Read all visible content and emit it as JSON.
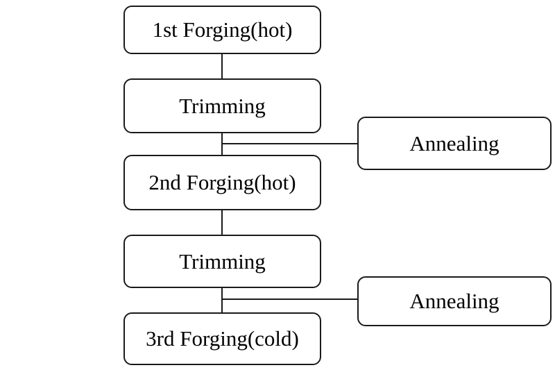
{
  "diagram": {
    "type": "flowchart",
    "direction": "top-to-bottom",
    "nodes": [
      {
        "id": "step-1",
        "label": "1st Forging(hot)",
        "column": "main"
      },
      {
        "id": "step-2",
        "label": "Trimming",
        "column": "main"
      },
      {
        "id": "step-3",
        "label": "2nd Forging(hot)",
        "column": "main"
      },
      {
        "id": "step-4",
        "label": "Trimming",
        "column": "main"
      },
      {
        "id": "step-5",
        "label": "3rd Forging(cold)",
        "column": "main"
      },
      {
        "id": "side-1",
        "label": "Annealing",
        "column": "side"
      },
      {
        "id": "side-2",
        "label": "Annealing",
        "column": "side"
      }
    ],
    "edges": [
      {
        "from": "step-1",
        "to": "step-2",
        "shape": "vertical-line"
      },
      {
        "from": "step-2",
        "to": "step-3",
        "shape": "vertical-line"
      },
      {
        "from": "step-3",
        "to": "step-4",
        "shape": "vertical-line"
      },
      {
        "from": "step-4",
        "to": "step-5",
        "shape": "vertical-line"
      },
      {
        "from": "edge step-2/step-3",
        "to": "side-1",
        "shape": "horizontal-branch"
      },
      {
        "from": "edge step-4/step-5",
        "to": "side-2",
        "shape": "horizontal-branch"
      }
    ],
    "colors": {
      "background": "#ffffff",
      "node_fill": "#ffffff",
      "line": "#1a1a1a",
      "text": "#000000"
    }
  }
}
